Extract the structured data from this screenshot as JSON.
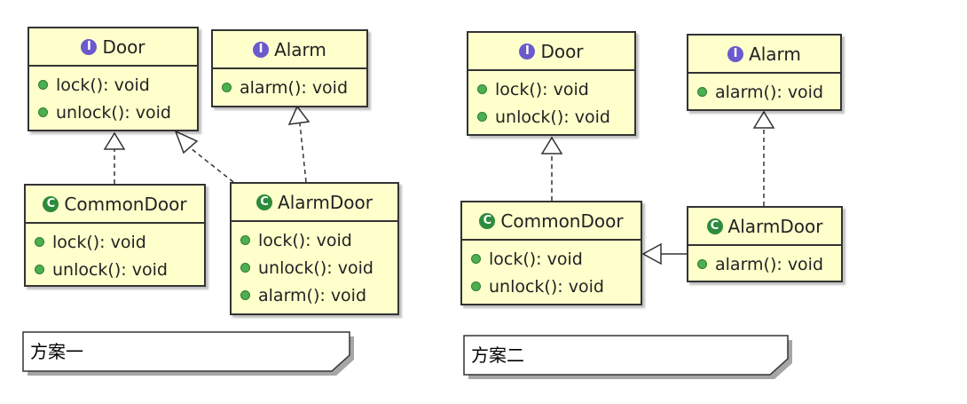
{
  "plans": [
    {
      "label": "方案一",
      "classes": [
        {
          "id": "door",
          "stereotype": "I",
          "name": "Door",
          "operations": [
            "lock(): void",
            "unlock(): void"
          ]
        },
        {
          "id": "alarm",
          "stereotype": "I",
          "name": "Alarm",
          "operations": [
            "alarm(): void"
          ]
        },
        {
          "id": "commondoor",
          "stereotype": "C",
          "name": "CommonDoor",
          "operations": [
            "lock(): void",
            "unlock(): void"
          ]
        },
        {
          "id": "alarmdoor",
          "stereotype": "C",
          "name": "AlarmDoor",
          "operations": [
            "lock(): void",
            "unlock(): void",
            "alarm(): void"
          ]
        }
      ],
      "relations": [
        {
          "type": "realization",
          "from": "commondoor",
          "to": "door"
        },
        {
          "type": "realization",
          "from": "alarmdoor",
          "to": "door"
        },
        {
          "type": "realization",
          "from": "alarmdoor",
          "to": "alarm"
        }
      ]
    },
    {
      "label": "方案二",
      "classes": [
        {
          "id": "door",
          "stereotype": "I",
          "name": "Door",
          "operations": [
            "lock(): void",
            "unlock(): void"
          ]
        },
        {
          "id": "alarm",
          "stereotype": "I",
          "name": "Alarm",
          "operations": [
            "alarm(): void"
          ]
        },
        {
          "id": "commondoor",
          "stereotype": "C",
          "name": "CommonDoor",
          "operations": [
            "lock(): void",
            "unlock(): void"
          ]
        },
        {
          "id": "alarmdoor",
          "stereotype": "C",
          "name": "AlarmDoor",
          "operations": [
            "alarm(): void"
          ]
        }
      ],
      "relations": [
        {
          "type": "realization",
          "from": "commondoor",
          "to": "door"
        },
        {
          "type": "realization",
          "from": "alarmdoor",
          "to": "alarm"
        },
        {
          "type": "generalization",
          "from": "alarmdoor",
          "to": "commondoor"
        }
      ]
    }
  ],
  "colors": {
    "class_fill": "#ffffcc",
    "border": "#333333",
    "interface_badge": "#6a5acd",
    "class_badge": "#2e8b3d",
    "operation_dot": "#4caf50"
  }
}
